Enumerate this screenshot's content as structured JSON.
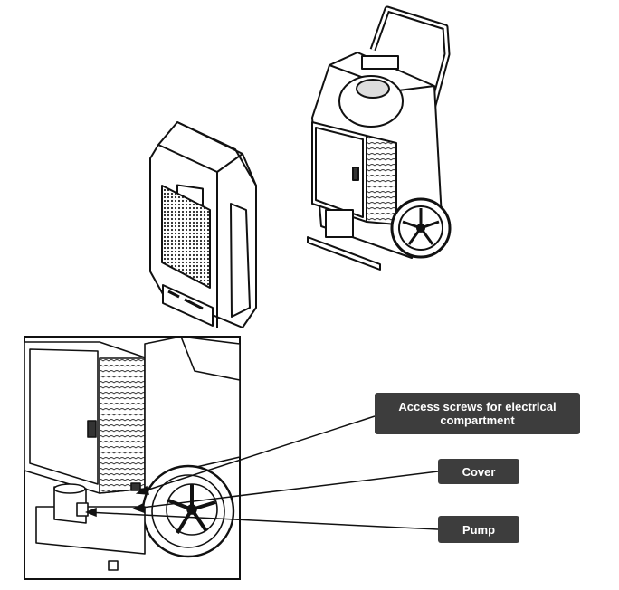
{
  "callouts": {
    "electrical": "Access screws for electrical compartment",
    "cover": "Cover",
    "pump": "Pump"
  }
}
